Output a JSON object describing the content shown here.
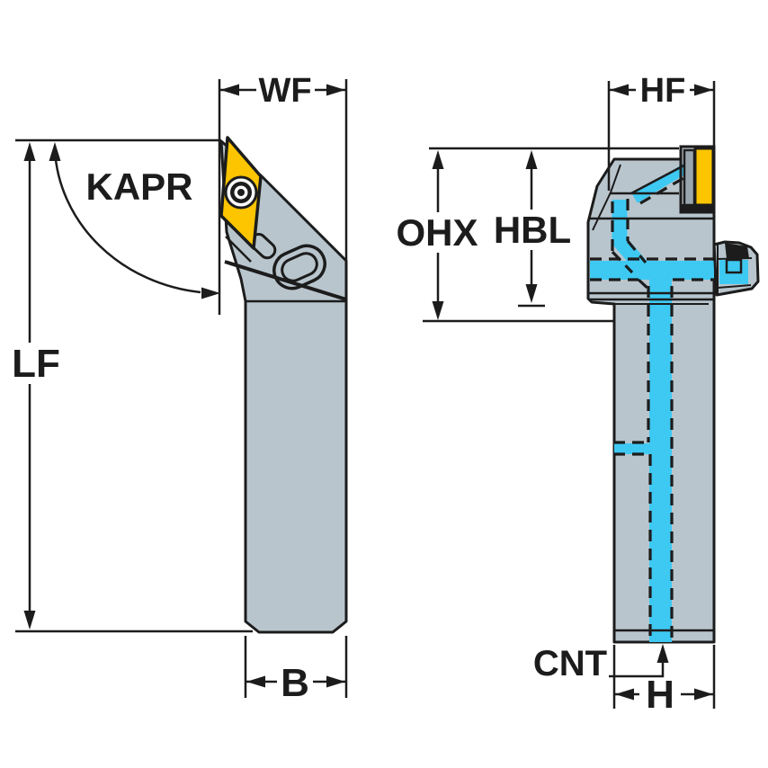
{
  "drawing": {
    "title_labels_note": "dimension labels of a turning tool holder drawing",
    "views": {
      "left": {
        "labels": {
          "wf": "WF",
          "kapr": "KAPR",
          "lf": "LF",
          "b": "B"
        }
      },
      "right": {
        "labels": {
          "hf": "HF",
          "ohx": "OHX",
          "hbl": "HBL",
          "cnt": "CNT",
          "h": "H"
        }
      }
    }
  },
  "colors": {
    "bg": "#ffffff",
    "line": "#1c1c1c",
    "body": "#b9c5cd",
    "body-dark": "#9aa6ae",
    "insert": "#fdc500",
    "coolant": "#3ec9f2"
  }
}
